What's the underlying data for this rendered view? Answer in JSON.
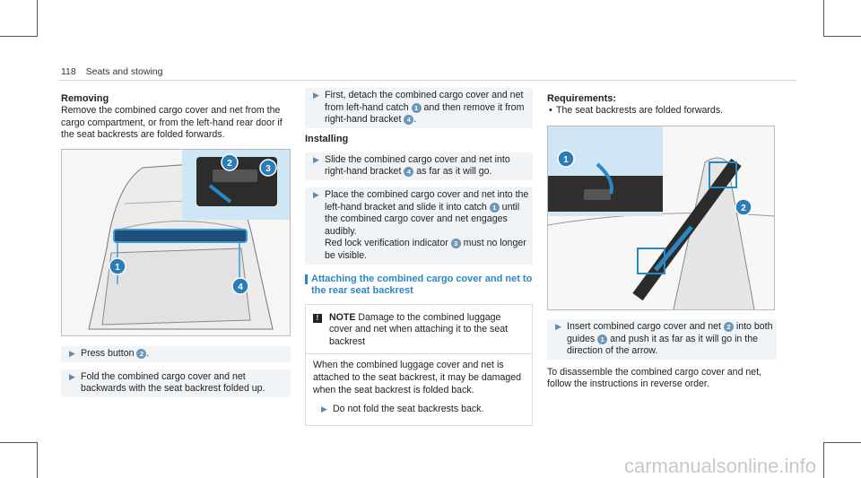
{
  "header": {
    "page_number": "118",
    "section": "Seats and stowing"
  },
  "col1": {
    "heading": "Removing",
    "intro": "Remove the combined cargo cover and net from the cargo compartment, or from the left-hand rear door if the seat backrests are folded forwards.",
    "steps": [
      {
        "before": "Press button ",
        "num": "2",
        "after": "."
      },
      {
        "before": "Fold the combined cargo cover and net backwards with the seat backrest folded up.",
        "num": "",
        "after": ""
      }
    ],
    "illustration_callouts": [
      "1",
      "2",
      "3",
      "4"
    ]
  },
  "col2": {
    "step1": {
      "a": "First, detach the combined cargo cover and net from left-hand catch ",
      "n1": "1",
      "b": " and then remove it from right-hand bracket ",
      "n2": "4",
      "c": "."
    },
    "installing_heading": "Installing",
    "step2": {
      "a": "Slide the combined cargo cover and net into right-hand bracket ",
      "n1": "4",
      "b": " as far as it will go."
    },
    "step3": {
      "a": "Place the combined cargo cover and net into the left-hand bracket and slide it into catch ",
      "n1": "1",
      "b": " until the combined cargo cover and net engages audibly.",
      "c": "Red lock verification indicator ",
      "n2": "3",
      "d": " must no longer be visible."
    },
    "attach_heading": "Attaching the combined cargo cover and net to the rear seat backrest",
    "note": {
      "icon": "!",
      "title": "NOTE",
      "title_text": "Damage to the combined luggage cover and net when attaching it to the seat backrest",
      "body": "When the combined luggage cover and net is attached to the seat backrest, it may be damaged when the seat backrest is folded back.",
      "step": "Do not fold the seat backrests back."
    }
  },
  "col3": {
    "heading": "Requirements:",
    "bullet": "The seat backrests are folded forwards.",
    "step": {
      "a": "Insert combined cargo cover and net ",
      "n1": "2",
      "b": " into both guides ",
      "n2": "1",
      "c": " and push it as far as it will go in the direction of the arrow."
    },
    "outro": "To disassemble the combined cargo cover and net, follow the instructions in reverse order.",
    "illustration_callouts": [
      "1",
      "2"
    ]
  },
  "watermark": "carmanualsonline.info",
  "colors": {
    "accent": "#2b88c4",
    "badge": "#6f95b8",
    "step_bg": "#f1f4f6"
  }
}
